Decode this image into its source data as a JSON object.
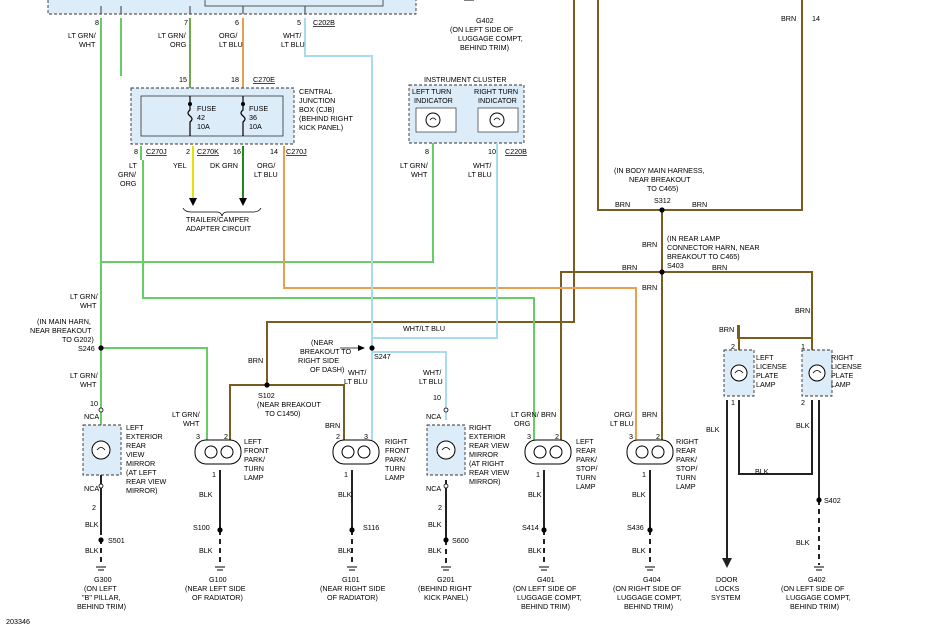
{
  "colors": {
    "light_green": "#66cc66",
    "dark_green": "#1e8a1e",
    "brown": "#7a5c1e",
    "orange": "#e8a050",
    "light_blue": "#a8dcec",
    "yellow": "#e8e000",
    "black": "#111111"
  },
  "doc_number": "203346",
  "wire_labels": {
    "lt_grn_wht": "LT GRN/",
    "wht": "WHT",
    "lt_grn_org": "LT GRN/",
    "org": "ORG",
    "org_lt_blu": "ORG/",
    "lt_blu": "LT BLU",
    "wht_lt_blu": "WHT/",
    "brn": "BRN",
    "blk": "BLK",
    "yel": "YEL",
    "dk_grn": "DK GRN",
    "lt": "LT",
    "grn_slash": "GRN/",
    "org_slash": "ORG/",
    "wht_slash_lt_blu": "WHT/LT BLU",
    "nca": "NCA"
  },
  "pins": {
    "p8": "8",
    "p7": "7",
    "p6": "6",
    "p5": "5",
    "p15": "15",
    "p18": "18",
    "p2": "2",
    "p16": "16",
    "p14": "14",
    "p10": "10",
    "p3": "3",
    "p1": "1"
  },
  "connectors": {
    "c202b": "C202B",
    "c270e": "C270E",
    "c270j": "C270J",
    "c270k": "C270K",
    "c220b": "C220B"
  },
  "splices": {
    "s312": "S312",
    "s403": "S403",
    "s246": "S246",
    "s247": "S247",
    "s102": "S102",
    "s501": "S501",
    "s100": "S100",
    "s116": "S116",
    "s600": "S600",
    "s414": "S414",
    "s436": "S436",
    "s402": "S402"
  },
  "grounds": {
    "g402_top": [
      "G402",
      "(ON LEFT SIDE OF",
      "LUGGAGE COMPT,",
      "BEHIND TRIM)"
    ],
    "g300": [
      "G300",
      "(ON LEFT",
      "\"B\" PILLAR,",
      "BEHIND TRIM)"
    ],
    "g100": [
      "G100",
      "(NEAR LEFT SIDE",
      "OF RADIATOR)"
    ],
    "g101": [
      "G101",
      "(NEAR RIGHT SIDE",
      "OF RADIATOR)"
    ],
    "g201": [
      "G201",
      "(BEHIND RIGHT",
      "KICK PANEL)"
    ],
    "g401": [
      "G401",
      "(ON LEFT SIDE OF",
      "LUGGAGE COMPT,",
      "BEHIND TRIM)"
    ],
    "g404": [
      "G404",
      "(ON RIGHT SIDE OF",
      "LUGGAGE COMPT,",
      "BEHIND TRIM)"
    ],
    "g402_bottom": [
      "G402",
      "(ON LEFT SIDE OF",
      "LUGGAGE COMPT,",
      "BEHIND TRIM)"
    ]
  },
  "cjb": {
    "title": [
      "CENTRAL",
      "JUNCTION",
      "BOX (CJB)",
      "(BEHIND RIGHT",
      "KICK PANEL)"
    ],
    "fuse42": [
      "FUSE",
      "42",
      "10A"
    ],
    "fuse36": [
      "FUSE",
      "36",
      "10A"
    ]
  },
  "cluster": {
    "title": "INSTRUMENT CLUSTER",
    "left": [
      "LEFT TURN",
      "INDICATOR"
    ],
    "right": [
      "RIGHT TURN",
      "INDICATOR"
    ]
  },
  "trailer": [
    "TRAILER/CAMPER",
    "ADAPTER CIRCUIT"
  ],
  "notes": {
    "body_harness": [
      "(IN BODY MAIN HARNESS,",
      "NEAR BREAKOUT",
      "TO C465)"
    ],
    "rear_lamp": [
      "(IN REAR LAMP",
      "CONNECTOR HARN, NEAR",
      "BREAKOUT TO C465)"
    ],
    "main_harn": [
      "(IN MAIN HARN,",
      "NEAR BREAKOUT",
      "TO G202)"
    ],
    "near_breakout_dash": [
      "(NEAR",
      "BREAKOUT TO",
      "RIGHT SIDE",
      "OF DASH)"
    ],
    "s102_note": [
      "(NEAR BREAKOUT",
      "TO C1450)"
    ]
  },
  "lamps": {
    "left_mirror": [
      "LEFT",
      "EXTERIOR",
      "REAR",
      "VIEW",
      "MIRROR",
      "(AT LEFT",
      "REAR VIEW",
      "MIRROR)"
    ],
    "left_front": [
      "LEFT",
      "FRONT",
      "PARK/",
      "TURN",
      "LAMP"
    ],
    "right_front": [
      "RIGHT",
      "FRONT",
      "PARK/",
      "TURN",
      "LAMP"
    ],
    "right_mirror": [
      "RIGHT",
      "EXTERIOR",
      "REAR VIEW",
      "MIRROR",
      "(AT RIGHT",
      "REAR VIEW",
      "MIRROR)"
    ],
    "left_rear": [
      "LEFT",
      "REAR",
      "PARK/",
      "STOP/",
      "TURN",
      "LAMP"
    ],
    "right_rear": [
      "RIGHT",
      "REAR",
      "PARK/",
      "STOP/",
      "TURN",
      "LAMP"
    ],
    "left_plate": [
      "LEFT",
      "LICENSE",
      "PLATE",
      "LAMP"
    ],
    "right_plate": [
      "RIGHT",
      "LICENSE",
      "PLATE",
      "LAMP"
    ]
  },
  "door_locks": [
    "DOOR",
    "LOCKS",
    "SYSTEM"
  ]
}
